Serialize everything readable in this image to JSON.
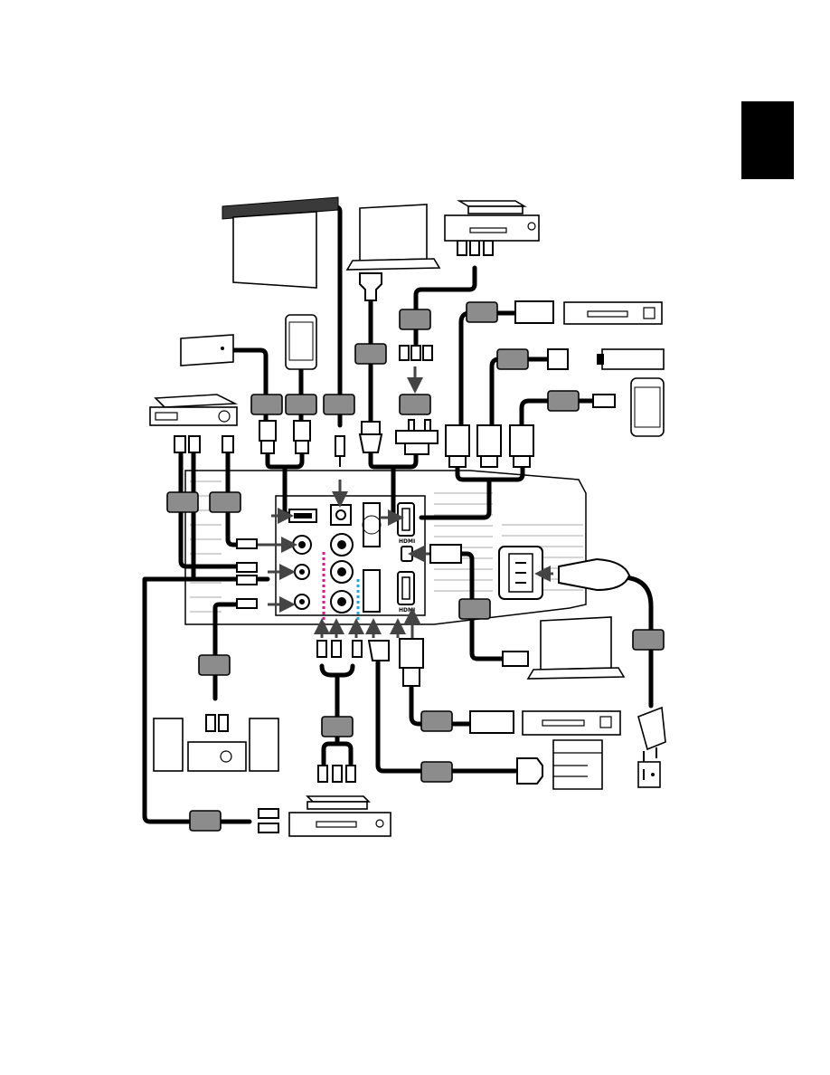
{
  "page": {
    "section_tab_color": "#000000",
    "tag_color": "#8c8c8c",
    "dotted_line_colors": {
      "red": "#e8168c",
      "blue": "#1ca7e0"
    }
  },
  "ports": {
    "hdmi_top_label": "HDMI",
    "hdmi_bottom_label": "HDMI"
  },
  "devices": [
    {
      "id": "projection-screen",
      "icon": "screen-icon"
    },
    {
      "id": "laptop-top",
      "icon": "laptop-icon"
    },
    {
      "id": "dvd-vcr-top",
      "icon": "dvd-player-icon"
    },
    {
      "id": "usb-power-bank",
      "icon": "power-bank-icon"
    },
    {
      "id": "smartphone-top",
      "icon": "smartphone-icon"
    },
    {
      "id": "av-receiver",
      "icon": "receiver-icon"
    },
    {
      "id": "hdmi-player",
      "icon": "dvd-player-icon"
    },
    {
      "id": "hdmi-dongle",
      "icon": "usb-stick-icon"
    },
    {
      "id": "smartphone-mhl",
      "icon": "smartphone-icon"
    },
    {
      "id": "laptop-usb",
      "icon": "laptop-icon"
    },
    {
      "id": "speakers",
      "icon": "speaker-icon"
    },
    {
      "id": "dvd-composite",
      "icon": "dvd-player-icon"
    },
    {
      "id": "hdmi-player-bottom",
      "icon": "dvd-player-icon"
    },
    {
      "id": "rs232-controller",
      "icon": "control-box-icon"
    },
    {
      "id": "power-outlet",
      "icon": "outlet-icon"
    },
    {
      "id": "power-plug",
      "icon": "power-plug-icon"
    }
  ]
}
